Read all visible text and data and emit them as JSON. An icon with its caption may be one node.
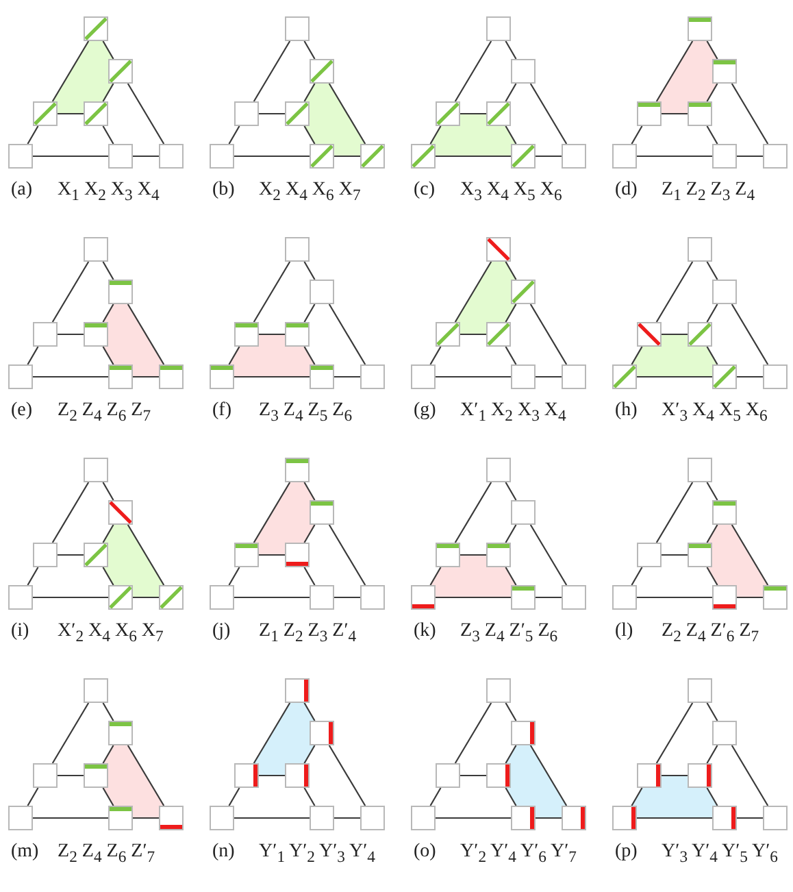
{
  "diagram": {
    "nodes": [
      {
        "text": [],
        "shape": "box"
      },
      {
        "text": [],
        "shape": "box"
      },
      {
        "text": [],
        "shape": "box"
      },
      {
        "text": [],
        "shape": "box"
      },
      {
        "text": [],
        "shape": "box"
      },
      {
        "text": [],
        "shape": "box"
      },
      {
        "text": [],
        "shape": "box"
      },
      {
        "text": [],
        "shape": "box"
      },
      {
        "text": [],
        "shape": "box"
      },
      {
        "text": [],
        "shape": "box"
      },
      {
        "text": [],
        "shape": "box"
      },
      {
        "text": [],
        "shape": "box"
      },
      {
        "text": [],
        "shape": "box"
      },
      {
        "text": [],
        "shape": "box"
      },
      {
        "text": [],
        "shape": "box"
      },
      {
        "text": [],
        "shape": "box"
      },
      {
        "text": [],
        "shape": "box"
      },
      {
        "text": [],
        "shape": "box"
      },
      {
        "text": [],
        "shape": "box"
      },
      {
        "text": [],
        "shape": "box"
      },
      {
        "text": [],
        "shape": "box"
      },
      {
        "text": [],
        "shape": "box"
      },
      {
        "text": [],
        "shape": "box"
      },
      {
        "text": [],
        "shape": "box"
      },
      {
        "text": [],
        "shape": "box"
      },
      {
        "text": [],
        "shape": "box"
      },
      {
        "text": [],
        "shape": "box"
      },
      {
        "text": [],
        "shape": "box"
      },
      {
        "text": [],
        "shape": "box"
      },
      {
        "text": [],
        "shape": "box"
      },
      {
        "text": [],
        "shape": "box"
      },
      {
        "text": [],
        "shape": "box"
      },
      {
        "text": [],
        "shape": "box"
      },
      {
        "text": [],
        "shape": "box"
      },
      {
        "text": [],
        "shape": "box"
      },
      {
        "text": [],
        "shape": "box"
      },
      {
        "text": [],
        "shape": "box"
      },
      {
        "text": [],
        "shape": "box"
      },
      {
        "text": [],
        "shape": "box"
      },
      {
        "text": [],
        "shape": "box"
      },
      {
        "text": [],
        "shape": "box"
      },
      {
        "text": [],
        "shape": "box"
      },
      {
        "text": [],
        "shape": "box"
      },
      {
        "text": [],
        "shape": "box"
      },
      {
        "text": [],
        "shape": "box"
      },
      {
        "text": [],
        "shape": "box"
      },
      {
        "text": [],
        "shape": "box"
      },
      {
        "text": [],
        "shape": "box"
      },
      {
        "text": [],
        "shape": "box"
      },
      {
        "text": [],
        "shape": "box"
      },
      {
        "text": [],
        "shape": "box"
      },
      {
        "text": [],
        "shape": "box"
      },
      {
        "text": [],
        "shape": "box"
      },
      {
        "text": [],
        "shape": "box"
      },
      {
        "text": [],
        "shape": "box"
      },
      {
        "text": [],
        "shape": "box"
      },
      {
        "text": [],
        "shape": "box"
      },
      {
        "text": [],
        "shape": "box"
      },
      {
        "text": [],
        "shape": "box"
      },
      {
        "text": [],
        "shape": "box"
      },
      {
        "text": [],
        "shape": "box"
      },
      {
        "text": [],
        "shape": "box"
      },
      {
        "text": [],
        "shape": "box"
      },
      {
        "text": [],
        "shape": "box"
      },
      {
        "text": [],
        "shape": "box"
      },
      {
        "text": [],
        "shape": "box"
      },
      {
        "text": [],
        "shape": "box"
      },
      {
        "text": [],
        "shape": "box"
      },
      {
        "text": [],
        "shape": "box"
      },
      {
        "text": [],
        "shape": "box"
      },
      {
        "text": [],
        "shape": "box"
      },
      {
        "text": [],
        "shape": "box"
      },
      {
        "text": [],
        "shape": "box"
      },
      {
        "text": [],
        "shape": "box"
      },
      {
        "text": [],
        "shape": "box"
      },
      {
        "text": [],
        "shape": "box"
      },
      {
        "text": [],
        "shape": "box"
      },
      {
        "text": [],
        "shape": "box"
      },
      {
        "text": [],
        "shape": "box"
      },
      {
        "text": [],
        "shape": "box"
      },
      {
        "text": [],
        "shape": "box"
      },
      {
        "text": [],
        "shape": "box"
      },
      {
        "text": [],
        "shape": "box"
      },
      {
        "text": [],
        "shape": "box"
      },
      {
        "text": [],
        "shape": "box"
      },
      {
        "text": [],
        "shape": "box"
      },
      {
        "text": [],
        "shape": "box"
      },
      {
        "text": [],
        "shape": "box"
      },
      {
        "text": [],
        "shape": "box"
      },
      {
        "text": [],
        "shape": "box"
      },
      {
        "text": [],
        "shape": "box"
      },
      {
        "text": [],
        "shape": "box"
      },
      {
        "text": [],
        "shape": "box"
      },
      {
        "text": [],
        "shape": "box"
      },
      {
        "text": [],
        "shape": "box"
      },
      {
        "text": [],
        "shape": "box"
      },
      {
        "text": [],
        "shape": "box"
      },
      {
        "text": [],
        "shape": "box"
      },
      {
        "text": [],
        "shape": "box"
      },
      {
        "text": [],
        "shape": "box"
      },
      {
        "text": [],
        "shape": "box"
      },
      {
        "text": [],
        "shape": "box"
      },
      {
        "text": [],
        "shape": "box"
      },
      {
        "text": [],
        "shape": "box"
      },
      {
        "text": [],
        "shape": "box"
      },
      {
        "text": [],
        "shape": "box"
      },
      {
        "text": [],
        "shape": "box"
      },
      {
        "text": [],
        "shape": "box"
      },
      {
        "text": [],
        "shape": "box"
      },
      {
        "text": [],
        "shape": "box"
      },
      {
        "text": [],
        "shape": "box"
      },
      {
        "text": [],
        "shape": "box"
      }
    ],
    "edges": [
      {
        "from": 0,
        "to": 1,
        "arrow": "none"
      },
      {
        "from": 0,
        "to": 2,
        "arrow": "none"
      },
      {
        "from": 1,
        "to": 3,
        "arrow": "none"
      },
      {
        "from": 1,
        "to": 6,
        "arrow": "none"
      },
      {
        "from": 2,
        "to": 3,
        "arrow": "none"
      },
      {
        "from": 2,
        "to": 4,
        "arrow": "none"
      },
      {
        "from": 3,
        "to": 5,
        "arrow": "none"
      },
      {
        "from": 4,
        "to": 5,
        "arrow": "none"
      },
      {
        "from": 5,
        "to": 6,
        "arrow": "none"
      },
      {
        "from": 7,
        "to": 8,
        "arrow": "none"
      },
      {
        "from": 7,
        "to": 9,
        "arrow": "none"
      },
      {
        "from": 8,
        "to": 10,
        "arrow": "none"
      },
      {
        "from": 8,
        "to": 13,
        "arrow": "none"
      },
      {
        "from": 9,
        "to": 10,
        "arrow": "none"
      },
      {
        "from": 9,
        "to": 11,
        "arrow": "none"
      },
      {
        "from": 10,
        "to": 12,
        "arrow": "none"
      },
      {
        "from": 11,
        "to": 12,
        "arrow": "none"
      },
      {
        "from": 12,
        "to": 13,
        "arrow": "none"
      },
      {
        "from": 14,
        "to": 15,
        "arrow": "none"
      },
      {
        "from": 14,
        "to": 16,
        "arrow": "none"
      },
      {
        "from": 15,
        "to": 17,
        "arrow": "none"
      },
      {
        "from": 15,
        "to": 20,
        "arrow": "none"
      },
      {
        "from": 16,
        "to": 17,
        "arrow": "none"
      },
      {
        "from": 16,
        "to": 18,
        "arrow": "none"
      },
      {
        "from": 17,
        "to": 19,
        "arrow": "none"
      },
      {
        "from": 18,
        "to": 19,
        "arrow": "none"
      },
      {
        "from": 19,
        "to": 20,
        "arrow": "none"
      },
      {
        "from": 21,
        "to": 22,
        "arrow": "none"
      },
      {
        "from": 21,
        "to": 23,
        "arrow": "none"
      },
      {
        "from": 22,
        "to": 24,
        "arrow": "none"
      },
      {
        "from": 22,
        "to": 27,
        "arrow": "none"
      },
      {
        "from": 23,
        "to": 24,
        "arrow": "none"
      },
      {
        "from": 23,
        "to": 25,
        "arrow": "none"
      },
      {
        "from": 24,
        "to": 26,
        "arrow": "none"
      },
      {
        "from": 25,
        "to": 26,
        "arrow": "none"
      },
      {
        "from": 26,
        "to": 27,
        "arrow": "none"
      },
      {
        "from": 28,
        "to": 29,
        "arrow": "none"
      },
      {
        "from": 28,
        "to": 30,
        "arrow": "none"
      },
      {
        "from": 29,
        "to": 31,
        "arrow": "none"
      },
      {
        "from": 29,
        "to": 34,
        "arrow": "none"
      },
      {
        "from": 30,
        "to": 31,
        "arrow": "none"
      },
      {
        "from": 30,
        "to": 32,
        "arrow": "none"
      },
      {
        "from": 31,
        "to": 33,
        "arrow": "none"
      },
      {
        "from": 32,
        "to": 33,
        "arrow": "none"
      },
      {
        "from": 33,
        "to": 34,
        "arrow": "none"
      },
      {
        "from": 35,
        "to": 36,
        "arrow": "none"
      },
      {
        "from": 35,
        "to": 37,
        "arrow": "none"
      },
      {
        "from": 36,
        "to": 38,
        "arrow": "none"
      },
      {
        "from": 36,
        "to": 41,
        "arrow": "none"
      },
      {
        "from": 37,
        "to": 38,
        "arrow": "none"
      },
      {
        "from": 37,
        "to": 39,
        "arrow": "none"
      },
      {
        "from": 38,
        "to": 40,
        "arrow": "none"
      },
      {
        "from": 39,
        "to": 40,
        "arrow": "none"
      },
      {
        "from": 40,
        "to": 41,
        "arrow": "none"
      },
      {
        "from": 42,
        "to": 43,
        "arrow": "none"
      },
      {
        "from": 42,
        "to": 44,
        "arrow": "none"
      },
      {
        "from": 43,
        "to": 45,
        "arrow": "none"
      },
      {
        "from": 43,
        "to": 48,
        "arrow": "none"
      },
      {
        "from": 44,
        "to": 45,
        "arrow": "none"
      },
      {
        "from": 44,
        "to": 46,
        "arrow": "none"
      },
      {
        "from": 45,
        "to": 47,
        "arrow": "none"
      },
      {
        "from": 46,
        "to": 47,
        "arrow": "none"
      },
      {
        "from": 47,
        "to": 48,
        "arrow": "none"
      },
      {
        "from": 49,
        "to": 50,
        "arrow": "none"
      },
      {
        "from": 49,
        "to": 51,
        "arrow": "none"
      },
      {
        "from": 50,
        "to": 52,
        "arrow": "none"
      },
      {
        "from": 50,
        "to": 55,
        "arrow": "none"
      },
      {
        "from": 51,
        "to": 52,
        "arrow": "none"
      },
      {
        "from": 51,
        "to": 53,
        "arrow": "none"
      },
      {
        "from": 52,
        "to": 54,
        "arrow": "none"
      },
      {
        "from": 53,
        "to": 54,
        "arrow": "none"
      },
      {
        "from": 54,
        "to": 55,
        "arrow": "none"
      },
      {
        "from": 56,
        "to": 57,
        "arrow": "none"
      },
      {
        "from": 56,
        "to": 58,
        "arrow": "none"
      },
      {
        "from": 57,
        "to": 59,
        "arrow": "none"
      },
      {
        "from": 57,
        "to": 62,
        "arrow": "none"
      },
      {
        "from": 58,
        "to": 59,
        "arrow": "none"
      },
      {
        "from": 58,
        "to": 60,
        "arrow": "none"
      },
      {
        "from": 59,
        "to": 61,
        "arrow": "none"
      },
      {
        "from": 60,
        "to": 61,
        "arrow": "none"
      },
      {
        "from": 61,
        "to": 62,
        "arrow": "none"
      },
      {
        "from": 63,
        "to": 64,
        "arrow": "none"
      },
      {
        "from": 63,
        "to": 65,
        "arrow": "none"
      },
      {
        "from": 64,
        "to": 66,
        "arrow": "none"
      },
      {
        "from": 64,
        "to": 69,
        "arrow": "none"
      },
      {
        "from": 65,
        "to": 66,
        "arrow": "none"
      },
      {
        "from": 65,
        "to": 67,
        "arrow": "none"
      },
      {
        "from": 66,
        "to": 68,
        "arrow": "none"
      },
      {
        "from": 67,
        "to": 68,
        "arrow": "none"
      },
      {
        "from": 68,
        "to": 69,
        "arrow": "none"
      },
      {
        "from": 70,
        "to": 71,
        "arrow": "none"
      },
      {
        "from": 70,
        "to": 72,
        "arrow": "none"
      },
      {
        "from": 71,
        "to": 73,
        "arrow": "none"
      },
      {
        "from": 71,
        "to": 76,
        "arrow": "none"
      },
      {
        "from": 72,
        "to": 73,
        "arrow": "none"
      },
      {
        "from": 72,
        "to": 74,
        "arrow": "none"
      },
      {
        "from": 73,
        "to": 75,
        "arrow": "none"
      },
      {
        "from": 74,
        "to": 75,
        "arrow": "none"
      },
      {
        "from": 75,
        "to": 76,
        "arrow": "none"
      },
      {
        "from": 77,
        "to": 78,
        "arrow": "none"
      },
      {
        "from": 77,
        "to": 79,
        "arrow": "none"
      },
      {
        "from": 78,
        "to": 80,
        "arrow": "none"
      },
      {
        "from": 78,
        "to": 83,
        "arrow": "none"
      },
      {
        "from": 79,
        "to": 80,
        "arrow": "none"
      },
      {
        "from": 79,
        "to": 81,
        "arrow": "none"
      },
      {
        "from": 80,
        "to": 82,
        "arrow": "none"
      },
      {
        "from": 81,
        "to": 82,
        "arrow": "none"
      },
      {
        "from": 82,
        "to": 83,
        "arrow": "none"
      },
      {
        "from": 84,
        "to": 85,
        "arrow": "none"
      },
      {
        "from": 84,
        "to": 86,
        "arrow": "none"
      },
      {
        "from": 85,
        "to": 87,
        "arrow": "none"
      },
      {
        "from": 85,
        "to": 90,
        "arrow": "none"
      },
      {
        "from": 86,
        "to": 87,
        "arrow": "none"
      },
      {
        "from": 86,
        "to": 88,
        "arrow": "none"
      },
      {
        "from": 87,
        "to": 89,
        "arrow": "none"
      },
      {
        "from": 88,
        "to": 89,
        "arrow": "none"
      },
      {
        "from": 89,
        "to": 90,
        "arrow": "none"
      },
      {
        "from": 91,
        "to": 92,
        "arrow": "none"
      },
      {
        "from": 91,
        "to": 93,
        "arrow": "none"
      },
      {
        "from": 92,
        "to": 94,
        "arrow": "none"
      },
      {
        "from": 92,
        "to": 97,
        "arrow": "none"
      },
      {
        "from": 93,
        "to": 94,
        "arrow": "none"
      },
      {
        "from": 93,
        "to": 95,
        "arrow": "none"
      },
      {
        "from": 94,
        "to": 96,
        "arrow": "none"
      },
      {
        "from": 95,
        "to": 96,
        "arrow": "none"
      },
      {
        "from": 96,
        "to": 97,
        "arrow": "none"
      },
      {
        "from": 98,
        "to": 99,
        "arrow": "none"
      },
      {
        "from": 98,
        "to": 100,
        "arrow": "none"
      },
      {
        "from": 99,
        "to": 101,
        "arrow": "none"
      },
      {
        "from": 99,
        "to": 104,
        "arrow": "none"
      },
      {
        "from": 100,
        "to": 101,
        "arrow": "none"
      },
      {
        "from": 100,
        "to": 102,
        "arrow": "none"
      },
      {
        "from": 101,
        "to": 103,
        "arrow": "none"
      },
      {
        "from": 102,
        "to": 103,
        "arrow": "none"
      },
      {
        "from": 103,
        "to": 104,
        "arrow": "none"
      },
      {
        "from": 105,
        "to": 106,
        "arrow": "none"
      },
      {
        "from": 105,
        "to": 107,
        "arrow": "none"
      },
      {
        "from": 106,
        "to": 108,
        "arrow": "none"
      },
      {
        "from": 106,
        "to": 111,
        "arrow": "none"
      },
      {
        "from": 107,
        "to": 108,
        "arrow": "none"
      },
      {
        "from": 107,
        "to": 109,
        "arrow": "none"
      },
      {
        "from": 108,
        "to": 110,
        "arrow": "none"
      },
      {
        "from": 109,
        "to": 110,
        "arrow": "none"
      },
      {
        "from": 110,
        "to": 111,
        "arrow": "none"
      }
    ],
    "labels": [
      "(a)",
      "X$_{1}$ X$_{2}$ X$_{3}$ X$_{4}$",
      "(b)",
      "X$_{2}$ X$_{4}$ X$_{6}$ X$_{7}$",
      "(c)",
      "X$_{3}$ X$_{4}$ X$_{5}$ X$_{6}$",
      "(d)",
      "Z$_{1}$ Z$_{2}$ Z$_{3}$ Z$_{4}$",
      "(e)",
      "Z$_{2}$ Z$_{4}$ Z$_{6}$ Z$_{7}$",
      "(f)",
      "Z$_{3}$ Z$_{4}$ Z$_{5}$ Z$_{6}$",
      "(g)",
      "X′$_{1}$ X$_{2}$ X$_{3}$ X$_{4}$",
      "(h)",
      "X′$_{3}$ X$_{4}$ X$_{5}$ X$_{6}$",
      "(i)",
      "X′$_{2}$ X$_{4}$ X$_{6}$ X$_{7}$",
      "(j)",
      "Z$_{1}$ Z$_{2}$ Z$_{3}$ Z′$_{4}$",
      "(k)",
      "Z$_{3}$ Z$_{4}$ Z′$_{5}$ Z$_{6}$",
      "(l)",
      "Z$_{2}$ Z$_{4}$ Z′$_{6}$ Z$_{7}$",
      "(m)",
      "Z$_{2}$ Z$_{4}$ Z$_{6}$ Z′$_{7}$",
      "(n)",
      "Y′$_{1}$ Y′$_{2}$ Y′$_{3}$ Y′$_{4}$",
      "(o)",
      "Y′$_{2}$ Y′$_{4}$ Y′$_{6}$ Y′$_{7}$",
      "(p)",
      "Y′$_{3}$ Y′$_{4}$ Y′$_{5}$ Y′$_{6}$"
    ]
  }
}
